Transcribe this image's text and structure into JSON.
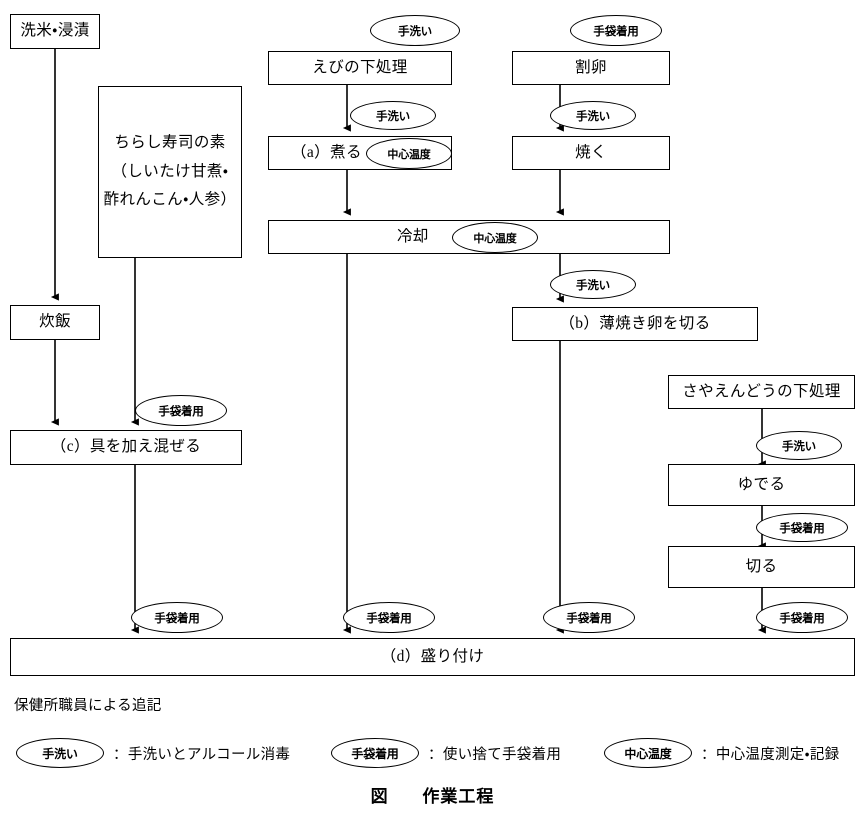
{
  "figure": {
    "caption_label": "図",
    "caption_title": "作業工程",
    "note": "保健所職員による追記"
  },
  "markers": {
    "handwash": "手洗い",
    "gloves": "手袋着用",
    "core_temp": "中心温度"
  },
  "legend": {
    "items": [
      {
        "marker": "手洗い",
        "separator": "：",
        "description": "手洗いとアルコール消毒"
      },
      {
        "marker": "手袋着用",
        "separator": "：",
        "description": "使い捨て手袋着用"
      },
      {
        "marker": "中心温度",
        "separator": "：",
        "description": "中心温度測定・記録"
      }
    ]
  },
  "flow": {
    "boxes": [
      {
        "id": "wash-rice",
        "label": "洗米・浸漬"
      },
      {
        "id": "chirashi-base",
        "label": "ちらし寿司の素\n（しいたけ甘煮・\n酢れんこん・人参）"
      },
      {
        "id": "cook-rice",
        "label": "炊飯"
      },
      {
        "id": "mix-ingredients",
        "label": "（c）具を加え混ぜる"
      },
      {
        "id": "shrimp-prep",
        "label": "えびの下処理"
      },
      {
        "id": "simmer",
        "label": "（a）煮る"
      },
      {
        "id": "cool",
        "label": "冷却"
      },
      {
        "id": "crack-eggs",
        "label": "割卵"
      },
      {
        "id": "grill",
        "label": "焼く"
      },
      {
        "id": "cut-omelette",
        "label": "（b）薄焼き卵を切る"
      },
      {
        "id": "snowpea-prep",
        "label": "さやえんどうの下処理"
      },
      {
        "id": "boil",
        "label": "ゆでる"
      },
      {
        "id": "cut",
        "label": "切る"
      },
      {
        "id": "plating",
        "label": "（d）盛り付け"
      }
    ]
  }
}
